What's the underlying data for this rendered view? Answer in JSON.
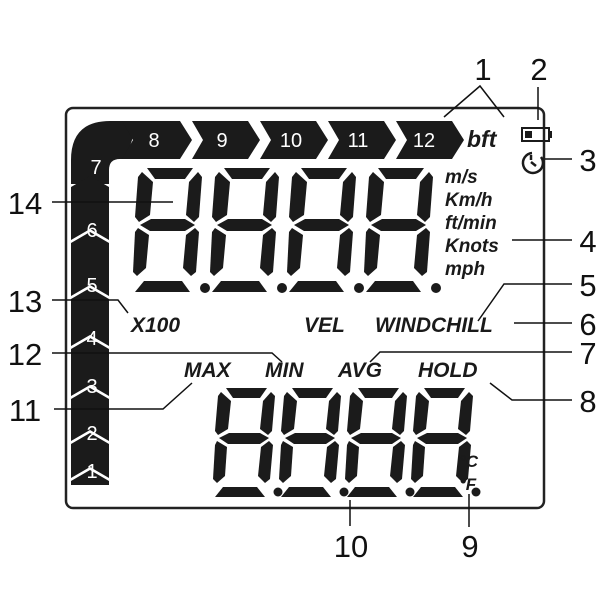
{
  "beaufort_scale": {
    "top_steps": [
      "8",
      "9",
      "10",
      "11",
      "12"
    ],
    "side_steps": [
      "7",
      "6",
      "5",
      "4",
      "3",
      "2",
      "1"
    ],
    "unit_label": "bft"
  },
  "speed_units": [
    "m/s",
    "Km/h",
    "ft/min",
    "Knots",
    "mph"
  ],
  "multiplier_label": "X100",
  "mode_labels": {
    "vel": "VEL",
    "windchill": "WINDCHILL"
  },
  "stat_labels": {
    "max": "MAX",
    "min": "MIN",
    "avg": "AVG",
    "hold": "HOLD"
  },
  "temp_units": {
    "celsius": "°C",
    "fahrenheit": "°F"
  },
  "callouts": [
    "1",
    "2",
    "3",
    "4",
    "5",
    "6",
    "7",
    "8",
    "9",
    "10",
    "11",
    "12",
    "13",
    "14"
  ],
  "colors": {
    "segment": "#1b1b1b",
    "outline": "#222222",
    "background": "#ffffff"
  }
}
